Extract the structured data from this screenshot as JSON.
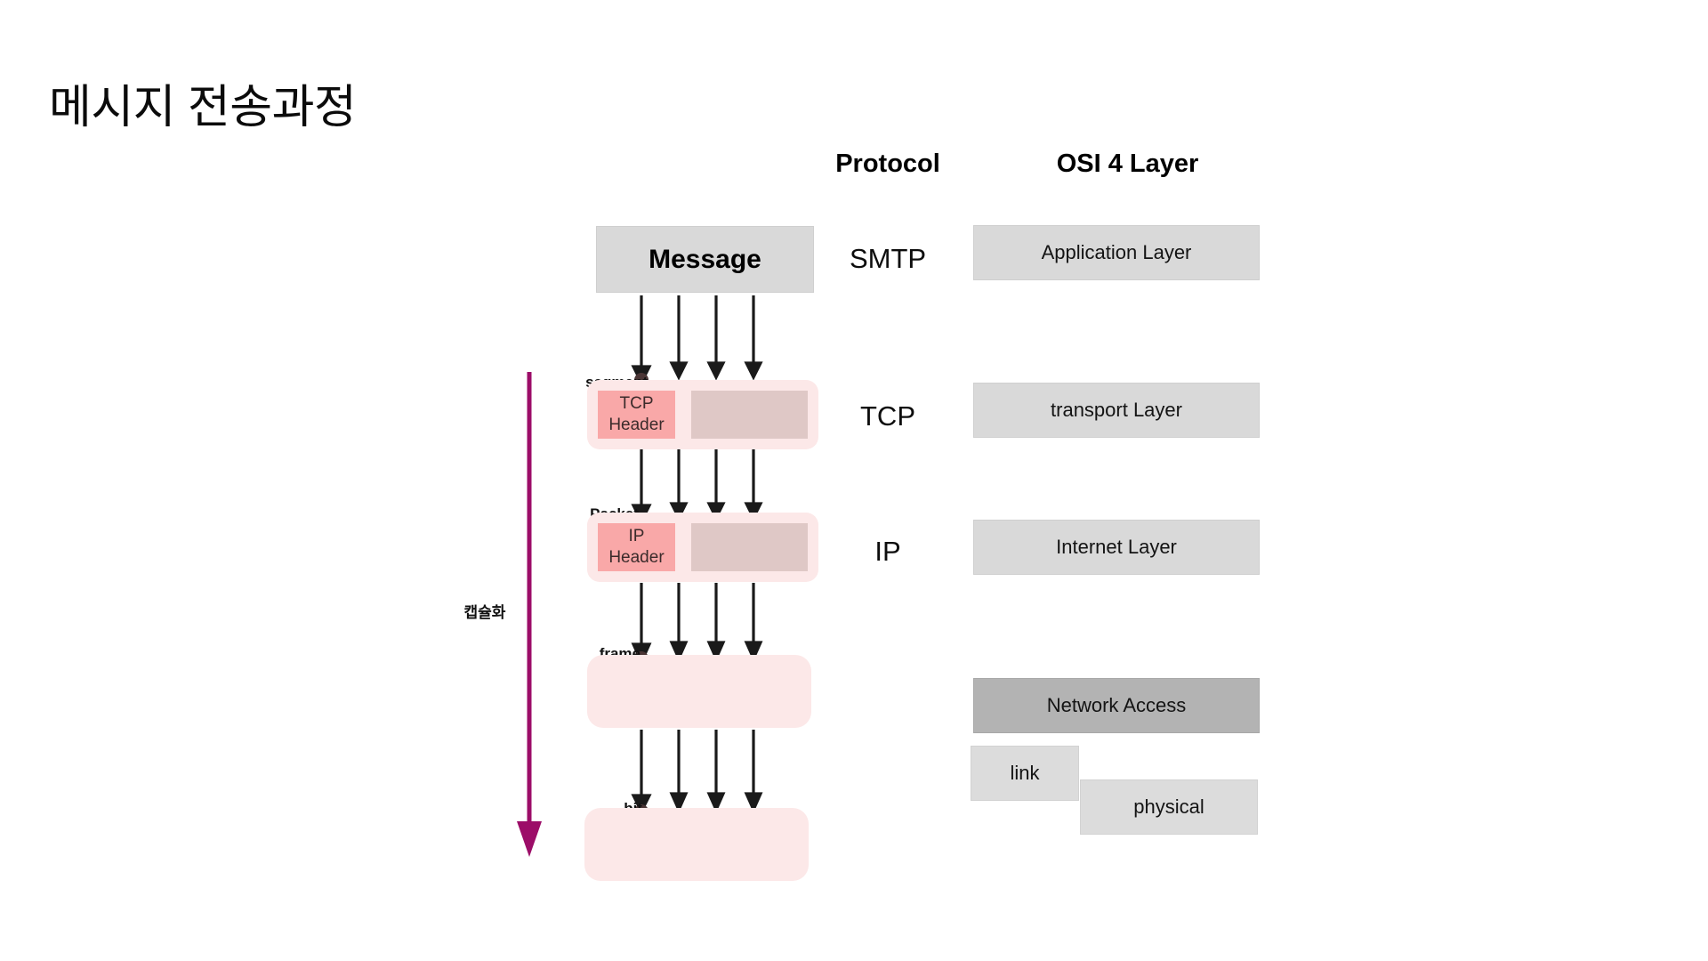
{
  "page": {
    "title": "메시지 전송과정",
    "background": "#ffffff"
  },
  "headers": {
    "protocol": "Protocol",
    "osi": "OSI 4 Layer"
  },
  "encapsulation": {
    "label": "캡슐화",
    "arrow_color": "#9c0d68",
    "direction": "down"
  },
  "pdu_stages": [
    {
      "name": "message",
      "label": "",
      "box_text": "Message",
      "fill": "#d9d9d9"
    },
    {
      "name": "segment",
      "label": "segment",
      "header_text": "TCP\nHeader",
      "header_line1": "TCP",
      "header_line2": "Header",
      "wrap_fill": "#fce8e8",
      "header_fill": "#f9a8a8",
      "payload_fill": "#dfc8c6"
    },
    {
      "name": "packet",
      "label": "Packet",
      "header_line1": "IP",
      "header_line2": "Header",
      "wrap_fill": "#fce8e8",
      "header_fill": "#f9a8a8",
      "payload_fill": "#dfc8c6"
    },
    {
      "name": "frame",
      "label": "frame",
      "wrap_fill": "#fce8e8"
    },
    {
      "name": "bit",
      "label": "bit",
      "wrap_fill": "#fce8e8"
    }
  ],
  "protocols": [
    {
      "name": "smtp",
      "label": "SMTP"
    },
    {
      "name": "tcp",
      "label": "TCP"
    },
    {
      "name": "ip",
      "label": "IP"
    }
  ],
  "osi_layers": [
    {
      "name": "application",
      "label": "Application Layer",
      "fill": "#d9d9d9"
    },
    {
      "name": "transport",
      "label": "transport Layer",
      "fill": "#d9d9d9"
    },
    {
      "name": "internet",
      "label": "Internet Layer",
      "fill": "#d9d9d9"
    },
    {
      "name": "network-access",
      "label": "Network Access",
      "fill": "#b3b3b3"
    },
    {
      "name": "link",
      "label": "link",
      "fill": "#dcdcdc"
    },
    {
      "name": "physical",
      "label": "physical",
      "fill": "#dcdcdc"
    }
  ]
}
